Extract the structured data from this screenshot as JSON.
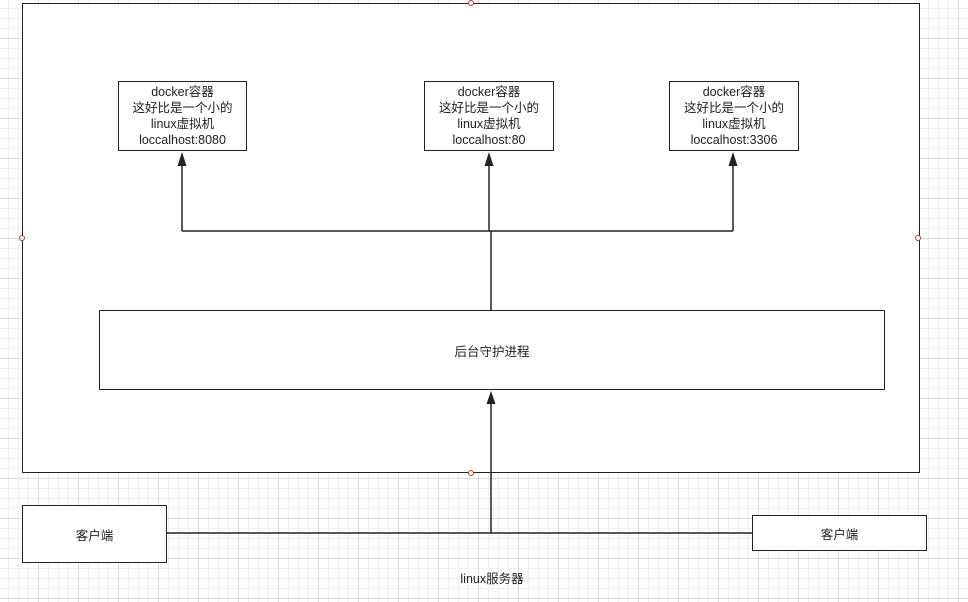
{
  "containers": [
    {
      "line1": "docker容器",
      "line2": "这好比是一个小的",
      "line3": "linux虚拟机",
      "line4": "loccalhost:8080"
    },
    {
      "line1": "docker容器",
      "line2": "这好比是一个小的",
      "line3": "linux虚拟机",
      "line4": "loccalhost:80"
    },
    {
      "line1": "docker容器",
      "line2": "这好比是一个小的",
      "line3": "linux虚拟机",
      "line4": "loccalhost:3306"
    }
  ],
  "daemon": {
    "label": "后台守护进程"
  },
  "clients": {
    "left_label": "客户端",
    "right_label": "客户端"
  },
  "server": {
    "label": "linux服务器"
  },
  "colors": {
    "stroke": "#222222",
    "handle": "#c0392b",
    "grid": "#dcdcdc"
  }
}
